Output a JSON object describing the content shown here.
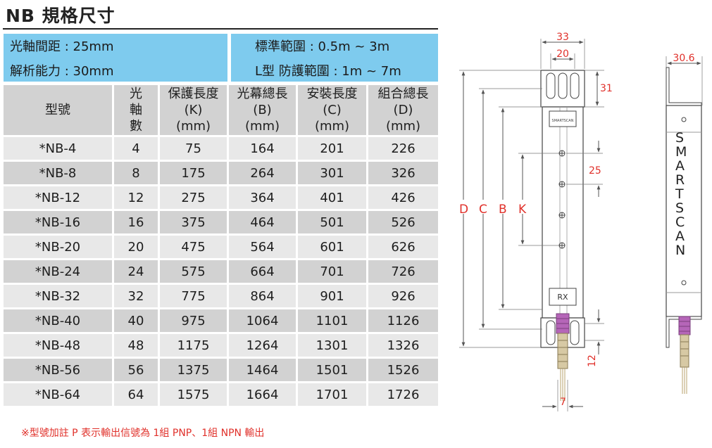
{
  "title": "NB 規格尺寸",
  "info": {
    "axis_pitch": "光軸間距 : 25mm",
    "resolution": "解析能力 : 30mm",
    "standard_range": "標準範圍 : 0.5m ~ 3m",
    "l_type_range": "L型  防護範圍 : 1m ~ 7m"
  },
  "table": {
    "headers": [
      [
        "型號"
      ],
      [
        "光",
        "軸",
        "數"
      ],
      [
        "保護長度",
        "(K)",
        "(mm)"
      ],
      [
        "光幕總長",
        "(B)",
        "(mm)"
      ],
      [
        "安裝長度",
        "(C)",
        "(mm)"
      ],
      [
        "組合總長",
        "(D)",
        "(mm)"
      ]
    ],
    "rows": [
      [
        "*NB-4",
        "4",
        "75",
        "164",
        "201",
        "226"
      ],
      [
        "*NB-8",
        "8",
        "175",
        "264",
        "301",
        "326"
      ],
      [
        "*NB-12",
        "12",
        "275",
        "364",
        "401",
        "426"
      ],
      [
        "*NB-16",
        "16",
        "375",
        "464",
        "501",
        "526"
      ],
      [
        "*NB-20",
        "20",
        "475",
        "564",
        "601",
        "626"
      ],
      [
        "*NB-24",
        "24",
        "575",
        "664",
        "701",
        "726"
      ],
      [
        "*NB-32",
        "32",
        "775",
        "864",
        "901",
        "926"
      ],
      [
        "*NB-40",
        "40",
        "975",
        "1064",
        "1101",
        "1126"
      ],
      [
        "*NB-48",
        "48",
        "1175",
        "1264",
        "1301",
        "1326"
      ],
      [
        "*NB-56",
        "56",
        "1375",
        "1464",
        "1501",
        "1526"
      ],
      [
        "*NB-64",
        "64",
        "1575",
        "1664",
        "1701",
        "1726"
      ]
    ]
  },
  "note": "※型號加註 P 表示輸出信號為 1組 PNP、1組 NPN 輸出",
  "drawing": {
    "dim_33": "33",
    "dim_20": "20",
    "dim_31": "31",
    "dim_25": "25",
    "dim_12": "12",
    "dim_7": "7",
    "dim_30_6": "30.6",
    "label_d": "D",
    "label_c": "C",
    "label_b": "B",
    "label_k": "K",
    "rx_label": "RX",
    "mini_brand": "SMARTSCAN",
    "brand_letters": [
      "S",
      "M",
      "A",
      "R",
      "T",
      "S",
      "C",
      "A",
      "N"
    ]
  },
  "colors": {
    "info_bg": "#7ecbee",
    "header_bg": "#d2d2d2",
    "row_light": "#e8e8e8",
    "row_dark": "#d2d2d2",
    "dimension_red": "#e0302a",
    "connector_purple": "#b565b8"
  }
}
